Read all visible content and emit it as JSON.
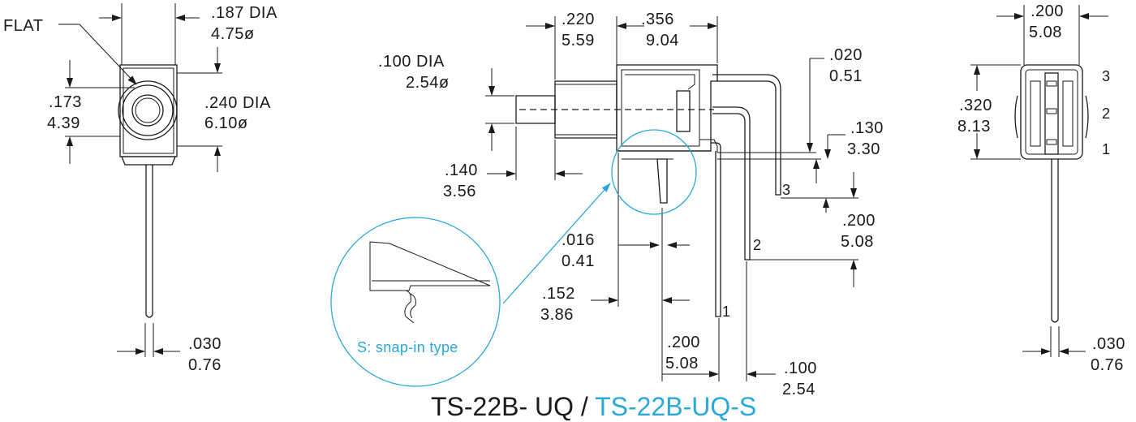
{
  "title": {
    "part": "TS-22B- UQ",
    "separator": " / ",
    "variant": "TS-22B-UQ-S",
    "variant_color": "#2aa8d8"
  },
  "detail_caption": "S: snap-in type",
  "left_view": {
    "flat": "FLAT",
    "bushing_dia_in": ".187 DIA",
    "bushing_dia_mm": "4.75ø",
    "height_in": ".173",
    "height_mm": "4.39",
    "outer_dia_in": ".240 DIA",
    "outer_dia_mm": "6.10ø",
    "pin_in": ".030",
    "pin_mm": "0.76"
  },
  "side_view": {
    "d220_in": ".220",
    "d220_mm": "5.59",
    "d356_in": ".356",
    "d356_mm": "9.04",
    "d100dia_in": ".100 DIA",
    "d100dia_mm": "2.54ø",
    "d020_in": ".020",
    "d020_mm": "0.51",
    "d130_in": ".130",
    "d130_mm": "3.30",
    "d140_in": ".140",
    "d140_mm": "3.56",
    "d200a_in": ".200",
    "d200a_mm": "5.08",
    "d016_in": ".016",
    "d016_mm": "0.41",
    "d152_in": ".152",
    "d152_mm": "3.86",
    "d200b_in": ".200",
    "d200b_mm": "5.08",
    "d100_in": ".100",
    "d100_mm": "2.54",
    "pin1": "1",
    "pin2": "2",
    "pin3": "3"
  },
  "right_view": {
    "width_in": ".200",
    "width_mm": "5.08",
    "height_in": ".320",
    "height_mm": "8.13",
    "pin_in": ".030",
    "pin_mm": "0.76",
    "pin1": "1",
    "pin2": "2",
    "pin3": "3"
  },
  "colors": {
    "line": "#1a1a1a",
    "accent": "#2aa8d8"
  }
}
